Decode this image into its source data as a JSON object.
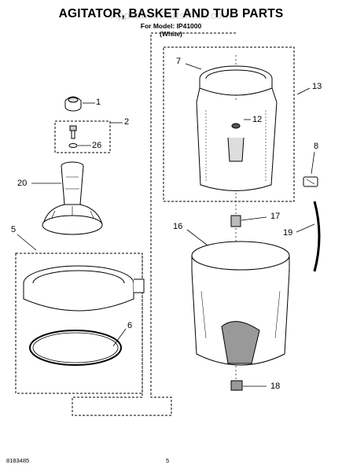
{
  "header": {
    "title": "AGITATOR, BASKET AND TUB PARTS",
    "model_line": "For Model: IP41000",
    "color_line": "(White)",
    "watermark": "AppliancePartsPros.com"
  },
  "callouts": [
    "1",
    "2",
    "26",
    "20",
    "5",
    "6",
    "7",
    "12",
    "13",
    "8",
    "16",
    "17",
    "19",
    "18"
  ],
  "footer": {
    "part_number": "8183485",
    "page_number": "5"
  }
}
